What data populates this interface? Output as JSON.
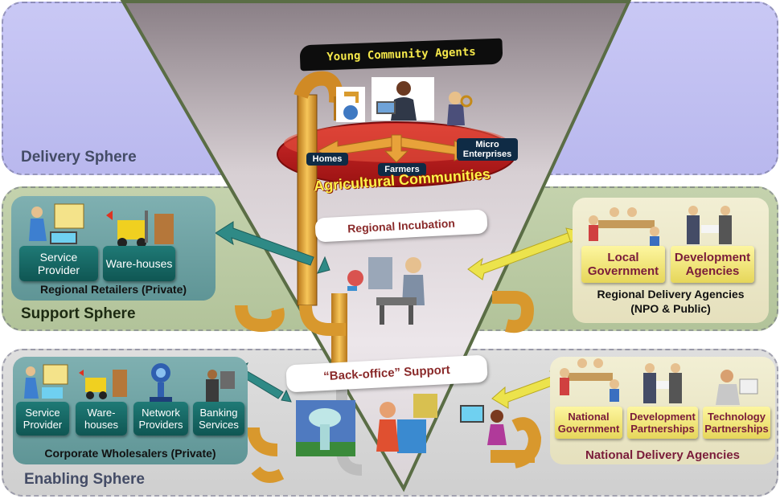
{
  "spheres": {
    "delivery": "Delivery Sphere",
    "support": "Support Sphere",
    "enabling": "Enabling Sphere"
  },
  "top": {
    "young_agents": "Young Community Agents",
    "homes": "Homes",
    "farmers": "Farmers",
    "micro": "Micro Enterprises",
    "agri": "Agricultural Communities"
  },
  "support": {
    "regional_incubation": "Regional Incubation",
    "retail_service_provider": "Service Provider",
    "retail_warehouses": "Ware-houses",
    "retailers_label": "Regional Retailers (Private)",
    "local_government": "Local Government",
    "development_agencies": "Development Agencies",
    "regional_delivery_label": "Regional Delivery Agencies",
    "regional_delivery_sub": "(NPO & Public)"
  },
  "enabling": {
    "back_office": "“Back-office” Support",
    "service_provider": "Service Provider",
    "warehouses": "Ware-houses",
    "network_providers": "Network Providers",
    "banking_services": "Banking Services",
    "wholesalers_label": "Corporate Wholesalers (Private)",
    "national_government": "National Government",
    "development_partnerships": "Development Partnerships",
    "technology_partnerships": "Technology Partnerships",
    "national_delivery_label": "National Delivery Agencies"
  },
  "colors": {
    "delivery_bg": "#c9c8f5",
    "support_bg": "#c4d2ad",
    "enabling_bg": "#dedede",
    "teal_box": "#1f7a76",
    "yellow_box": "#fdf6a0",
    "pipe": "#e3a22a",
    "agri_text": "#ffee33"
  }
}
